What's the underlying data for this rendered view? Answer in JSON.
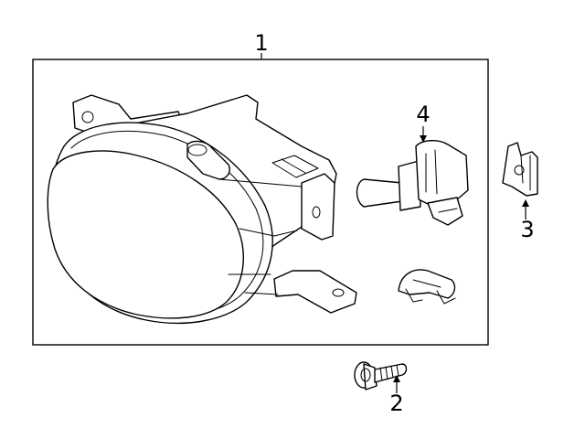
{
  "callouts": {
    "fog_lamp_assembly": "1",
    "screw": "2",
    "clip": "3",
    "bulb": "4"
  }
}
